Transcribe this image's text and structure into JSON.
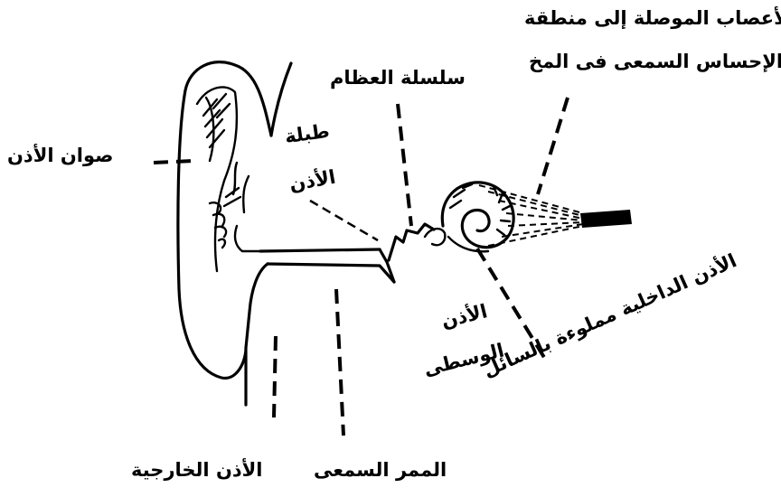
{
  "labels": {
    "nerves_line1": "الأعصاب الموصلة إلى منطقة",
    "nerves_line2": "الإحساس السمعى فى المخ",
    "ossicles": "سلسلة العظام",
    "pinna": "صوان الأذن",
    "eardrum_line1": "طبلة",
    "eardrum_line2": "الأذن",
    "middle_ear_line1": "الأذن",
    "middle_ear_line2": "الوسطى",
    "inner_ear": "الأذن الداخلية مملوءة بالسائل",
    "outer_ear": "الأذن الخارجية",
    "ear_canal": "الممر السمعى"
  }
}
